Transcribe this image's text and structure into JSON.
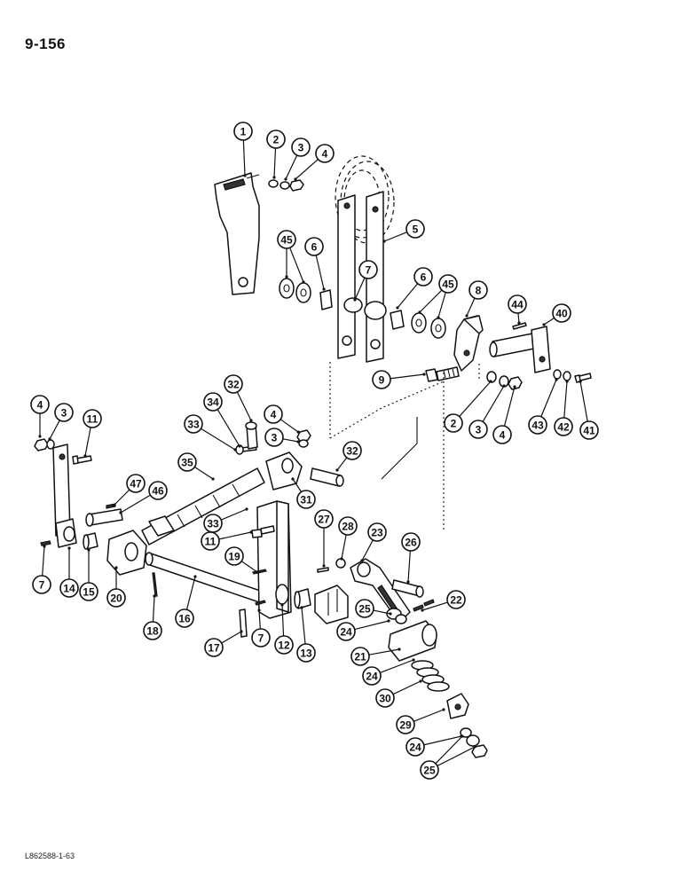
{
  "page": {
    "page_number": "9-156",
    "figure_code": "L862588-1-63"
  },
  "callouts": [
    "1",
    "2",
    "3",
    "4",
    "45",
    "6",
    "5",
    "7",
    "6",
    "45",
    "8",
    "44",
    "40",
    "9",
    "2",
    "3",
    "4",
    "43",
    "42",
    "41",
    "4",
    "3",
    "11",
    "32",
    "34",
    "33",
    "4",
    "3",
    "32",
    "35",
    "47",
    "46",
    "31",
    "33",
    "27",
    "28",
    "23",
    "26",
    "11",
    "19",
    "7",
    "14",
    "15",
    "20",
    "16",
    "18",
    "17",
    "7",
    "12",
    "13",
    "25",
    "22",
    "24",
    "21",
    "24",
    "30",
    "29",
    "24",
    "25"
  ]
}
